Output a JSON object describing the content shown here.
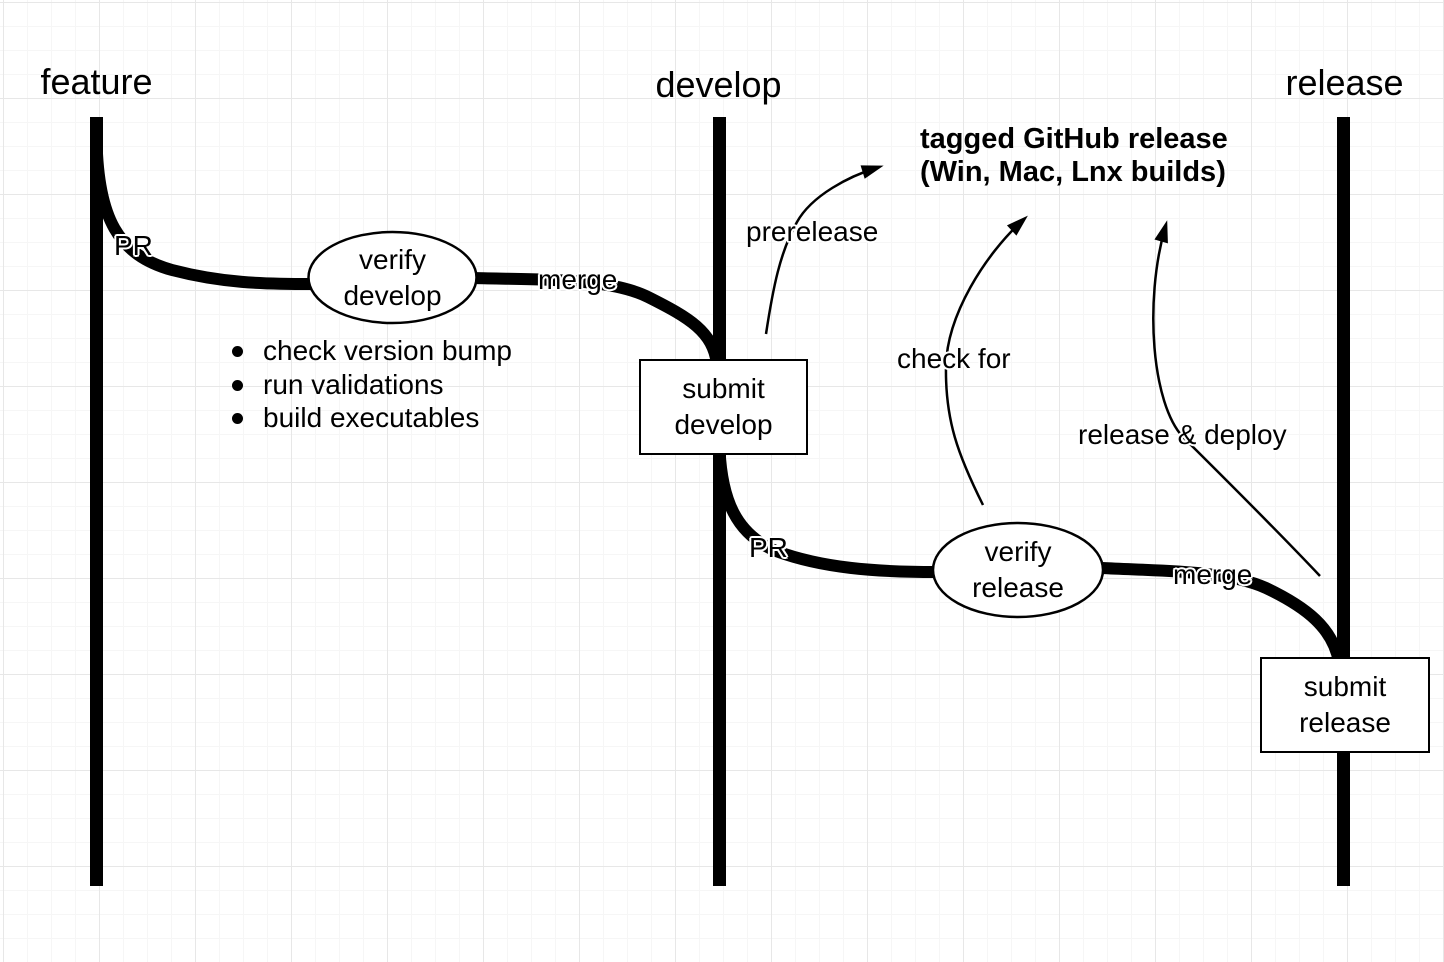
{
  "titles": {
    "feature": "feature",
    "develop": "develop",
    "release": "release"
  },
  "labels": {
    "pr_feature": "PR",
    "merge_develop": "merge",
    "pr_develop": "PR",
    "merge_release": "merge",
    "prerelease": "prerelease",
    "check_for": "check for",
    "release_deploy": "release & deploy"
  },
  "nodes": {
    "verify_develop": {
      "line1": "verify",
      "line2": "develop"
    },
    "submit_develop": {
      "line1": "submit",
      "line2": "develop"
    },
    "verify_release": {
      "line1": "verify",
      "line2": "release"
    },
    "submit_release": {
      "line1": "submit",
      "line2": "release"
    }
  },
  "annotation": {
    "line1": "tagged GitHub release",
    "line2": "(Win, Mac, Lnx builds)"
  },
  "checklist": [
    "check version bump",
    "run validations",
    "build executables"
  ],
  "colors": {
    "ink": "#000000",
    "background": "#ffffff",
    "grid_major": "#e7e7e7",
    "grid_minor": "#f6f6f6"
  }
}
